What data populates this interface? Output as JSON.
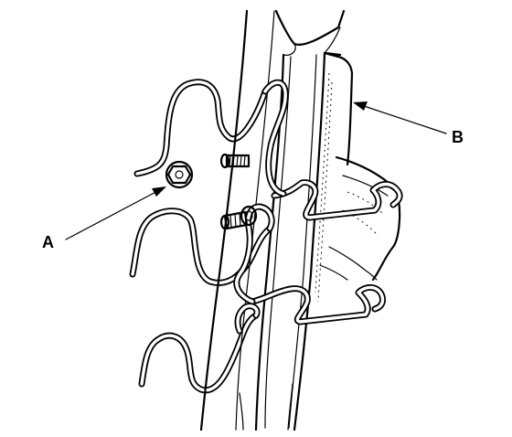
{
  "diagram": {
    "callouts": [
      {
        "id": "A",
        "label": "A",
        "target": "nut"
      },
      {
        "id": "B",
        "label": "B",
        "target": "pad"
      }
    ]
  }
}
